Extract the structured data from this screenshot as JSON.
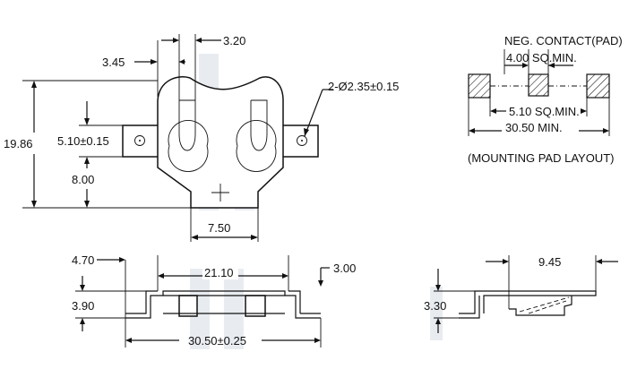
{
  "drawing": {
    "top_view": {
      "dim_3_45": "3.45",
      "dim_3_20": "3.20",
      "dim_hole": "2-Ø2.35±0.15",
      "dim_19_86": "19.86",
      "dim_5_10_tol": "5.10±0.15",
      "dim_8_00": "8.00",
      "dim_7_50": "7.50"
    },
    "pad_layout": {
      "neg_contact_label": "NEG. CONTACT(PAD)",
      "dim_4_00": "4.00 SQ.MIN.",
      "dim_5_10": "5.10 SQ.MIN.",
      "dim_30_50_min": "30.50 MIN.",
      "caption": "(MOUNTING PAD LAYOUT)"
    },
    "front_view": {
      "dim_4_70": "4.70",
      "dim_21_10": "21.10",
      "dim_3_00": "3.00",
      "dim_3_90": "3.90",
      "dim_30_50_tol": "30.50±0.25"
    },
    "side_view": {
      "dim_9_45": "9.45",
      "dim_3_30": "3.30"
    }
  }
}
